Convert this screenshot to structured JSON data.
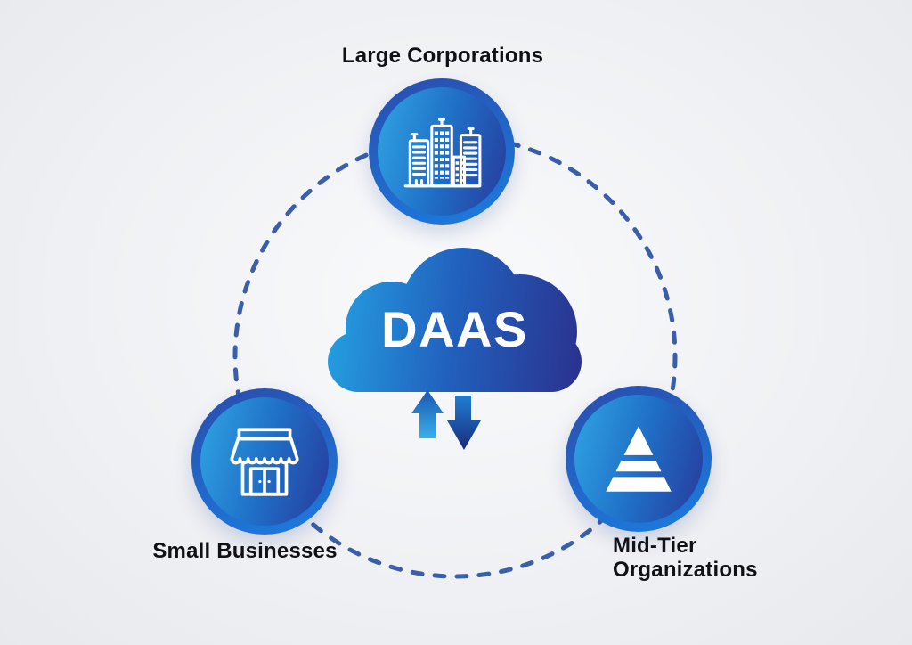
{
  "page": {
    "background_center": "#f9fafc",
    "background_edge": "#e7e9ed"
  },
  "ring": {
    "icon": "dashed-connector-ring",
    "color": "#3b5ea9"
  },
  "cloud": {
    "label": "DAAS",
    "icon": "cloud-shape",
    "gradient_from": "#25a0e2",
    "gradient_mid": "#2160bd",
    "gradient_to": "#2a3490",
    "label_color": "#ffffff"
  },
  "arrows": {
    "up_icon": "up-arrow-icon",
    "down_icon": "down-arrow-icon",
    "up_gradient_from": "#1a55b0",
    "up_gradient_to": "#38b0ec",
    "down_gradient_from": "#1e7fd4",
    "down_gradient_to": "#1a2a7a"
  },
  "nodes": [
    {
      "label": "Large Corporations",
      "icon": "buildings-icon",
      "position": "top"
    },
    {
      "label": "Small Businesses",
      "icon": "storefront-icon",
      "position": "bottom-left"
    },
    {
      "label": "Mid-Tier Organizations",
      "icon": "pyramid-icon",
      "position": "bottom-right"
    }
  ],
  "node_style": {
    "ring_gradient_from": "#2a4cae",
    "ring_gradient_to": "#1c7ce0",
    "fill_gradient_from": "#30a5e4",
    "fill_gradient_to": "#283a9c",
    "icon_color": "#ffffff",
    "label_color": "#101114"
  }
}
